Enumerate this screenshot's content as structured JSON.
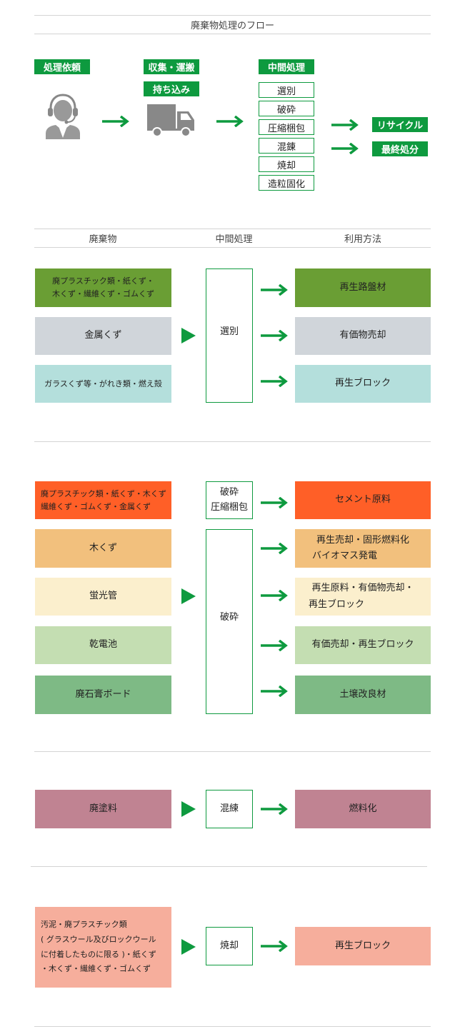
{
  "flow": {
    "title": "廃棄物処理のフロー",
    "request_tag": "処理依頼",
    "collect_tag": "収集・運搬",
    "bring_tag": "持ち込み",
    "intermediate_tag": "中間処理",
    "processes": [
      "選別",
      "破砕",
      "圧縮梱包",
      "混錬",
      "焼却",
      "造粒固化"
    ],
    "recycle_tag": "リサイクル",
    "disposal_tag": "最終処分"
  },
  "table_header": {
    "waste": "廃棄物",
    "process": "中間処理",
    "method": "利用方法"
  },
  "section1": {
    "wastes": [
      "廃プラスチック類・紙くず・",
      "木くず・繊維くず・ゴムくず",
      "金属くず",
      "ガラスくず等・がれき類・燃え殻"
    ],
    "process": "選別",
    "results": [
      "再生路盤材",
      "有価物売却",
      "再生ブロック"
    ]
  },
  "section2": {
    "wastes": [
      "廃プラスチック類・紙くず・木くず",
      "繊維くず・ゴムくず・金属くず",
      "木くず",
      "蛍光管",
      "乾電池",
      "廃石膏ボード"
    ],
    "process_top": [
      "破砕",
      "圧縮梱包"
    ],
    "process_main": "破砕",
    "results": [
      "セメント原料",
      "再生売却・固形燃料化",
      "バイオマス発電",
      "再生原料・有価物売却・",
      "再生ブロック",
      "有価売却・再生ブロック",
      "土壌改良材"
    ]
  },
  "section3": {
    "waste": "廃塗料",
    "process": "混練",
    "result": "燃料化"
  },
  "section4": {
    "waste_lines": [
      "汚泥・廃プラスチック類",
      "( グラスウール及びロックウール",
      "に付着したものに限る )・紙くず",
      "・木くず・繊維くず・ゴムくず"
    ],
    "process": "焼却",
    "result": "再生ブロック"
  },
  "colors": {
    "accent": "#0e9a3f",
    "olive": "#6a9e34",
    "gray": "#d0d5da",
    "teal": "#b4dfdc",
    "orange": "#ff5f27",
    "tan": "#f2c07d",
    "cream": "#fbefcd",
    "sage": "#c4deb2",
    "green": "#7eba85",
    "mauve": "#c08392",
    "salmon": "#f6ae9c"
  }
}
